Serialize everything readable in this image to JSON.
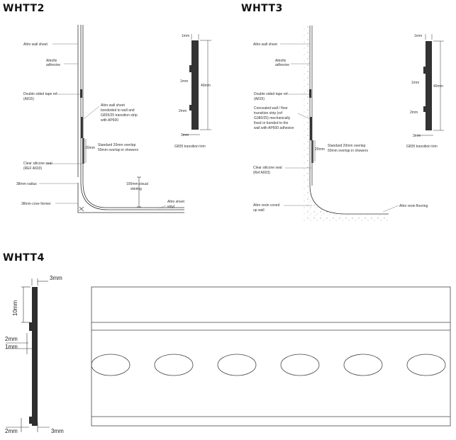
{
  "titles": {
    "whtt2": "WHTT2",
    "whtt3": "WHTT3",
    "whtt4": "WHTT4"
  },
  "whtt2": {
    "labels": {
      "wall_sheet": "Altro wall sheet",
      "adhesive_1": "Altrofix",
      "adhesive_2": "adhesive",
      "tape_1": "Double sided tape ref",
      "tape_2": "(A815)",
      "bonded_1": "Altro wall sheet",
      "bonded_2": "bondeded to wall and",
      "bonded_3": "G835/25 transition strip",
      "bonded_4": "with AP600",
      "overlap_1": "Standard 20mm overlap",
      "overlap_2": "50mm overlap in showers",
      "overlap_dim": "20mm",
      "silicone_1": "Clear silicone seal",
      "silicone_2": "(REF A603)",
      "radius": "38mm radius",
      "cove": "38mm cove former",
      "skirting_1": "100mm visual",
      "skirting_2": "skirting",
      "vinyl_1": "Altro sheet",
      "vinyl_2": "vinyl"
    },
    "trim": {
      "d1": "1mm",
      "d2": "1mm",
      "d3": "40mm",
      "d4": "2mm",
      "d5": "3mm",
      "caption": "G835 transition trim"
    }
  },
  "whtt3": {
    "labels": {
      "wall_sheet": "Altro wall sheet",
      "adhesive_1": "Altrofix",
      "adhesive_2": "adhesive",
      "tape_1": "Double sided tape ref",
      "tape_2": "(A815)",
      "conceal_1": "Concealed wall / floor",
      "conceal_2": "transition strip (ref",
      "conceal_3": "G380/25) mechanically",
      "conceal_4": "fixed or bonded to the",
      "conceal_5": "wall with AP600 adhesive",
      "overlap_1": "Standard 20mm overlap",
      "overlap_2": "50mm overlap in showers",
      "overlap_dim": "20mm",
      "silicone_1": "Clear silicone seal",
      "silicone_2": "(Ref A603)",
      "resin_cove_1": "Altro resin coved",
      "resin_cove_2": "up wall",
      "resin_floor": "Altro resin flooring"
    },
    "trim": {
      "d1": "1mm",
      "d2": "1mm",
      "d3": "40mm",
      "d4": "2mm",
      "d5": "3mm",
      "caption": "G835 transition trim"
    }
  },
  "whtt4": {
    "profile": {
      "d_top": "3mm",
      "d_10": "10mm",
      "d_2a": "2mm",
      "d_1": "1mm",
      "d_2b": "2mm",
      "d_bottom": "3mm"
    },
    "strip_holes": 6
  }
}
